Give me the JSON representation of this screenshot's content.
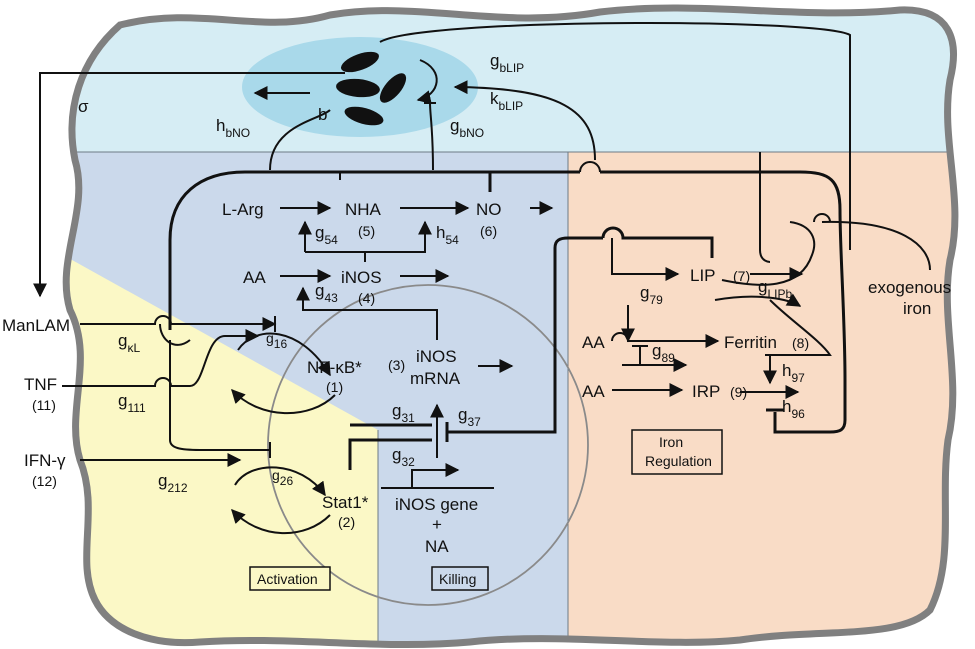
{
  "regions": {
    "activation": "Activation",
    "killing": "Killing",
    "iron_regulation": [
      "Iron",
      "Regulation"
    ]
  },
  "colors": {
    "phagosome": "#d6edf4",
    "killing_zone": "#cbd9eb",
    "activation_zone": "#fbf8c6",
    "iron_zone": "#f9dcc6",
    "membrane": "#808080",
    "bacteria_halo": "#a9d9ea",
    "nucleus": "#8a8a8a"
  },
  "bacteria": {
    "label": "b",
    "count": 4
  },
  "inputs": {
    "manlam": "ManLAM",
    "tnf": "TNF",
    "tnf_num": "(11)",
    "ifng": "IFN-γ",
    "ifng_num": "(12)",
    "exogenous_iron": [
      "exogenous",
      "iron"
    ]
  },
  "nodes": {
    "nfkb": "NF-κB*",
    "nfkb_num": "(1)",
    "stat1": "Stat1*",
    "stat1_num": "(2)",
    "inos_mrna_num": "(3)",
    "inos_mrna": [
      "iNOS",
      "mRNA"
    ],
    "inos": "iNOS",
    "inos_num": "(4)",
    "larg": "L-Arg",
    "nha": "NHA",
    "nha_num": "(5)",
    "no": "NO",
    "no_num": "(6)",
    "aa": "AA",
    "inos_gene": "iNOS gene",
    "plus": "+",
    "na": "NA",
    "lip": "LIP",
    "lip_num": "(7)",
    "ferritin": "Ferritin",
    "ferritin_num": "(8)",
    "irp": "IRP",
    "irp_num": "(9)"
  },
  "params": {
    "sigma": "σ",
    "gkL": {
      "base": "g",
      "sub": "κL"
    },
    "g111": {
      "base": "g",
      "sub": "111"
    },
    "g212": {
      "base": "g",
      "sub": "212"
    },
    "g16": {
      "base": "g",
      "sub": "16"
    },
    "g26": {
      "base": "g",
      "sub": "26"
    },
    "g31": {
      "base": "g",
      "sub": "31"
    },
    "g32": {
      "base": "g",
      "sub": "32"
    },
    "g37": {
      "base": "g",
      "sub": "37"
    },
    "g43": {
      "base": "g",
      "sub": "43"
    },
    "g54": {
      "base": "g",
      "sub": "54"
    },
    "h54": {
      "base": "h",
      "sub": "54"
    },
    "g79": {
      "base": "g",
      "sub": "79"
    },
    "g89": {
      "base": "g",
      "sub": "89"
    },
    "gLIPb": {
      "base": "g",
      "sub": "LIPb"
    },
    "h97": {
      "base": "h",
      "sub": "97"
    },
    "h96": {
      "base": "h",
      "sub": "96"
    },
    "hbNO": {
      "base": "h",
      "sub": "bNO"
    },
    "gbNO": {
      "base": "g",
      "sub": "bNO"
    },
    "gbLIP": {
      "base": "g",
      "sub": "bLIP"
    },
    "kbLIP": {
      "base": "k",
      "sub": "bLIP"
    }
  }
}
